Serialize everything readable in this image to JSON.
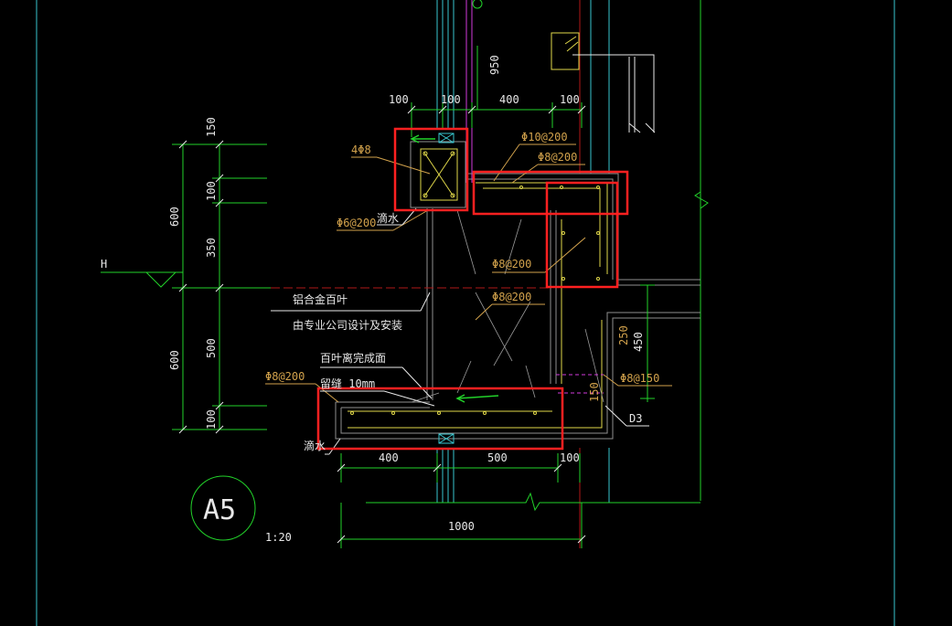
{
  "colors": {
    "background": "#000000",
    "green": "#22d22a",
    "cyan": "#39c6cf",
    "yellow": "#e0d84a",
    "orange": "#d2a24c",
    "white": "#e8e8e8",
    "red_box": "#ff2020",
    "magenta": "#d23adc",
    "gray": "#8f8f8f",
    "dark_red": "#b01818"
  },
  "dims_top": [
    "100",
    "100",
    "400",
    "100"
  ],
  "dim_950": "950",
  "dims_left": [
    "150",
    "100",
    "350",
    "500",
    "100"
  ],
  "dims_left_outer": [
    "600",
    "600"
  ],
  "dims_bottom": [
    "400",
    "500",
    "100"
  ],
  "dim_total": "1000",
  "dims_right": [
    "250",
    "450",
    "150"
  ],
  "level_mark": "H",
  "rebar": {
    "r1": "4Φ8",
    "r2": "Φ10@200",
    "r3": "Φ8@200",
    "r4": "Φ6@200",
    "r5": "Φ8@200",
    "r6": "Φ8@200",
    "r7": "Φ8@200",
    "r8": "Φ8@150"
  },
  "notes": {
    "drip_top": "滴水",
    "louver_1": "铝合金百叶",
    "louver_2": "由专业公司设计及安装",
    "louver_face": "百叶离完成面",
    "gap": "留缝 10mm",
    "drip_bottom": "滴水"
  },
  "ref_tag": "D3",
  "detail_id": "A5",
  "scale": "1:20"
}
